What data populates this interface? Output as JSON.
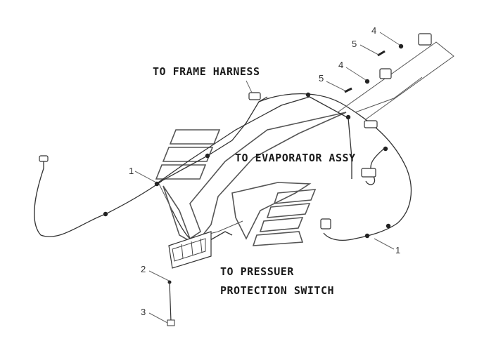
{
  "labels": {
    "frame_harness": "TO FRAME HARNESS",
    "evaporator_assy": "TO EVAPORATOR ASSY",
    "pressure_line1": "TO PRESSUER",
    "pressure_line2": "PROTECTION SWITCH"
  },
  "callouts": {
    "c1_left": "1",
    "c1_right": "1",
    "c2": "2",
    "c3": "3",
    "c4_top": "4",
    "c4_mid": "4",
    "c5_top": "5",
    "c5_mid": "5"
  },
  "colors": {
    "line": "#333333",
    "watermark": "#555555",
    "ink": "#1a1a1a"
  }
}
